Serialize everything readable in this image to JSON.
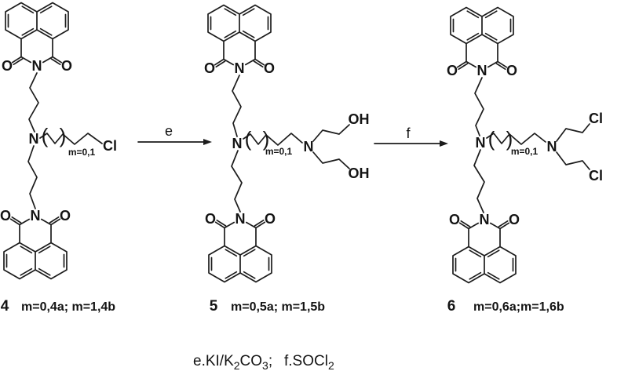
{
  "scheme": {
    "atoms": {
      "nitrogen": "N",
      "oxygen": "O",
      "chlorine": "Cl",
      "hydroxyl": "OH"
    },
    "bracket": {
      "open": "(",
      "close": ")"
    },
    "structures": [
      {
        "number": "4",
        "variants": "m=0,4a; m=1,4b",
        "repeat_label": "m=0,1",
        "terminal": "Cl"
      },
      {
        "number": "5",
        "variants": "m=0,5a; m=1,5b",
        "repeat_label": "m=0,1",
        "terminal_top": "OH",
        "terminal_bottom": "OH"
      },
      {
        "number": "6",
        "variants": "m=0,6a;m=1,6b",
        "repeat_label": "m=0,1",
        "terminal_top": "Cl",
        "terminal_bottom": "Cl"
      }
    ],
    "arrows": [
      {
        "label": "e"
      },
      {
        "label": "f"
      }
    ],
    "footer": {
      "p1": "e.KI/K",
      "s1": "2",
      "p2": "CO",
      "s2": "3",
      "p3": ";",
      "p4": "f.SOCl",
      "s3": "2"
    }
  }
}
